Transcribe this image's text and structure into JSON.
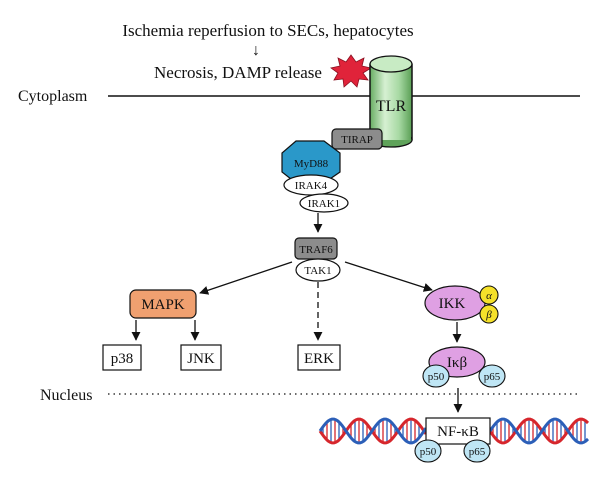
{
  "diagram": {
    "top": {
      "trigger": "Ischemia reperfusion to SECs, hepatocytes",
      "arrow": "↓",
      "event": "Necrosis, DAMP release"
    },
    "compartments": {
      "cytoplasm": "Cytoplasm",
      "nucleus": "Nucleus"
    },
    "proteins": {
      "tlr": "TLR",
      "tirap": "TIRAP",
      "myd88": "MyD88",
      "irak4": "IRAK4",
      "irak1": "IRAK1",
      "traf6": "TRAF6",
      "tak1": "TAK1",
      "mapk": "MAPK",
      "ikk": "IKK",
      "ikk_alpha": "α",
      "ikk_beta": "β",
      "ikb": "Iκβ",
      "ikb_p50": "p50",
      "ikb_p65": "p65",
      "nfkb": "NF-κB",
      "nfkb_p50": "p50",
      "nfkb_p65": "p65"
    },
    "targets": {
      "p38": "p38",
      "jnk": "JNK",
      "erk": "ERK"
    },
    "colors": {
      "tlr": "#a7d9a3",
      "tirap": "#8c8c8c",
      "myd88": "#2a98c9",
      "traf6": "#8c8c8c",
      "mapk": "#f0a070",
      "ikk": "#dfa0e3",
      "ikk_sub": "#f5e12a",
      "ikb": "#dfa0e3",
      "p50_p65": "#bfe6f5",
      "damp": "#e0233a",
      "dna_red": "#d6262c",
      "dna_blue": "#2c5fb8"
    }
  }
}
